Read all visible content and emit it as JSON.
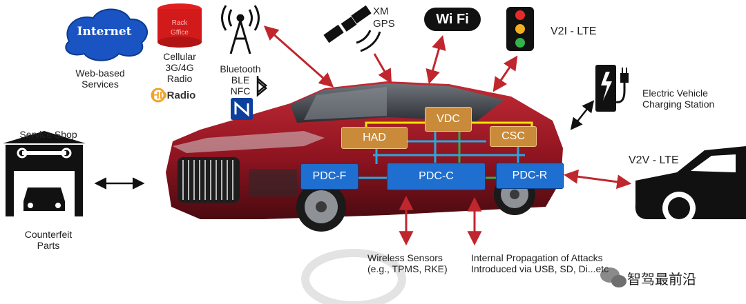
{
  "labels": {
    "internet": "Internet",
    "web_services": "Web-based\nServices",
    "cellular": "Cellular\n3G/4G\nRadio",
    "hd_radio_hd": "HD",
    "hd_radio": "Radio",
    "bluetooth": "Bluetooth\nBLE\nNFC",
    "xm_gps": "XM\nGPS",
    "wifi": "Wi Fi",
    "v2i": "V2I - LTE",
    "ev_charging": "Electric Vehicle\nCharging Station",
    "service_shop": "Service Shop",
    "counterfeit": "Counterfeit\nParts",
    "v2v": "V2V - LTE",
    "wireless_sensors": "Wireless Sensors\n(e.g., TPMS, RKE)",
    "internal_propagation": "Internal Propagation of Attacks\nIntroduced via USB, SD, Di...etc",
    "watermark": "智驾最前沿"
  },
  "ecus": {
    "had": "HAD",
    "vdc": "VDC",
    "csc": "CSC",
    "pdc_f": "PDC-F",
    "pdc_c": "PDC-C",
    "pdc_r": "PDC-R"
  },
  "colors": {
    "arrow": "#c0262d",
    "orange_ecu": "#c98b3a",
    "blue_ecu": "#1f6fd1",
    "yellow_bus": "#f2e400",
    "green_bus": "#2fae4c",
    "cyan_bus": "#26a9e0",
    "car_body": "#9e1622"
  }
}
